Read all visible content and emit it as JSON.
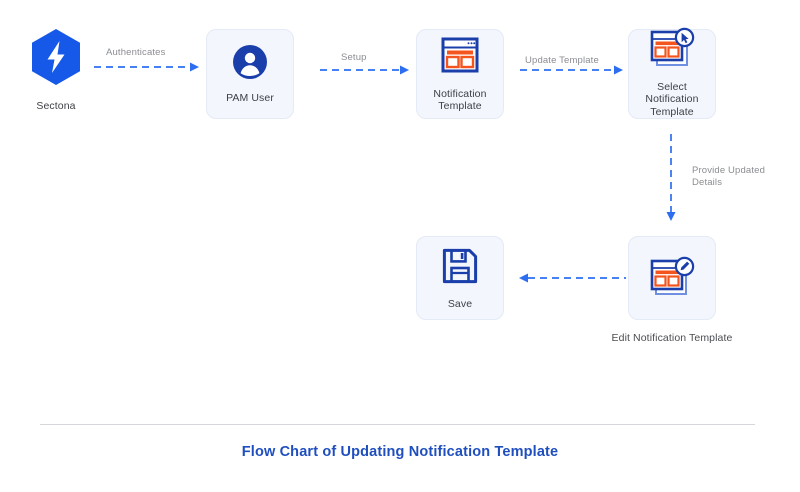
{
  "diagram": {
    "title": "Flow Chart of Updating Notification Template",
    "brand": {
      "name": "Sectona",
      "icon": "lightning-bolt-hexagon-icon",
      "color": "#1659e8"
    },
    "colors": {
      "accent_blue": "#1f4fbf",
      "arrow_blue": "#2d6ef0",
      "icon_blue": "#1b3faa",
      "icon_orange": "#f4551f",
      "box_fill": "#f3f6fd",
      "label_gray": "#3d4045"
    },
    "nodes": [
      {
        "id": "sectona",
        "label": "Sectona",
        "icon": "lightning-bolt-hexagon-icon",
        "kind": "logo"
      },
      {
        "id": "pam-user",
        "label": "PAM User",
        "icon": "user-avatar-icon",
        "kind": "box"
      },
      {
        "id": "notification-template",
        "label": "Notification\nTemplate",
        "icon": "window-template-icon",
        "kind": "box"
      },
      {
        "id": "select-notification-template",
        "label": "Select\nNotification\nTemplate",
        "icon": "window-template-cursor-icon",
        "kind": "box"
      },
      {
        "id": "edit-notification-template",
        "label": "Edit Notification Template",
        "icon": "window-template-pencil-icon",
        "kind": "box-outside-label"
      },
      {
        "id": "save",
        "label": "Save",
        "icon": "floppy-disk-save-icon",
        "kind": "box"
      }
    ],
    "connectors": [
      {
        "id": "authenticates",
        "label": "Authenticates",
        "from": "sectona",
        "to": "pam-user",
        "direction": "right"
      },
      {
        "id": "setup",
        "label": "Setup",
        "from": "pam-user",
        "to": "notification-template",
        "direction": "right"
      },
      {
        "id": "update-template",
        "label": "Update Template",
        "from": "notification-template",
        "to": "select-notification-template",
        "direction": "right"
      },
      {
        "id": "provide-updated-details",
        "label": "Provide Updated\nDetails",
        "from": "select-notification-template",
        "to": "edit-notification-template",
        "direction": "down"
      },
      {
        "id": "edit-to-save",
        "label": "",
        "from": "edit-notification-template",
        "to": "save",
        "direction": "left"
      }
    ]
  }
}
